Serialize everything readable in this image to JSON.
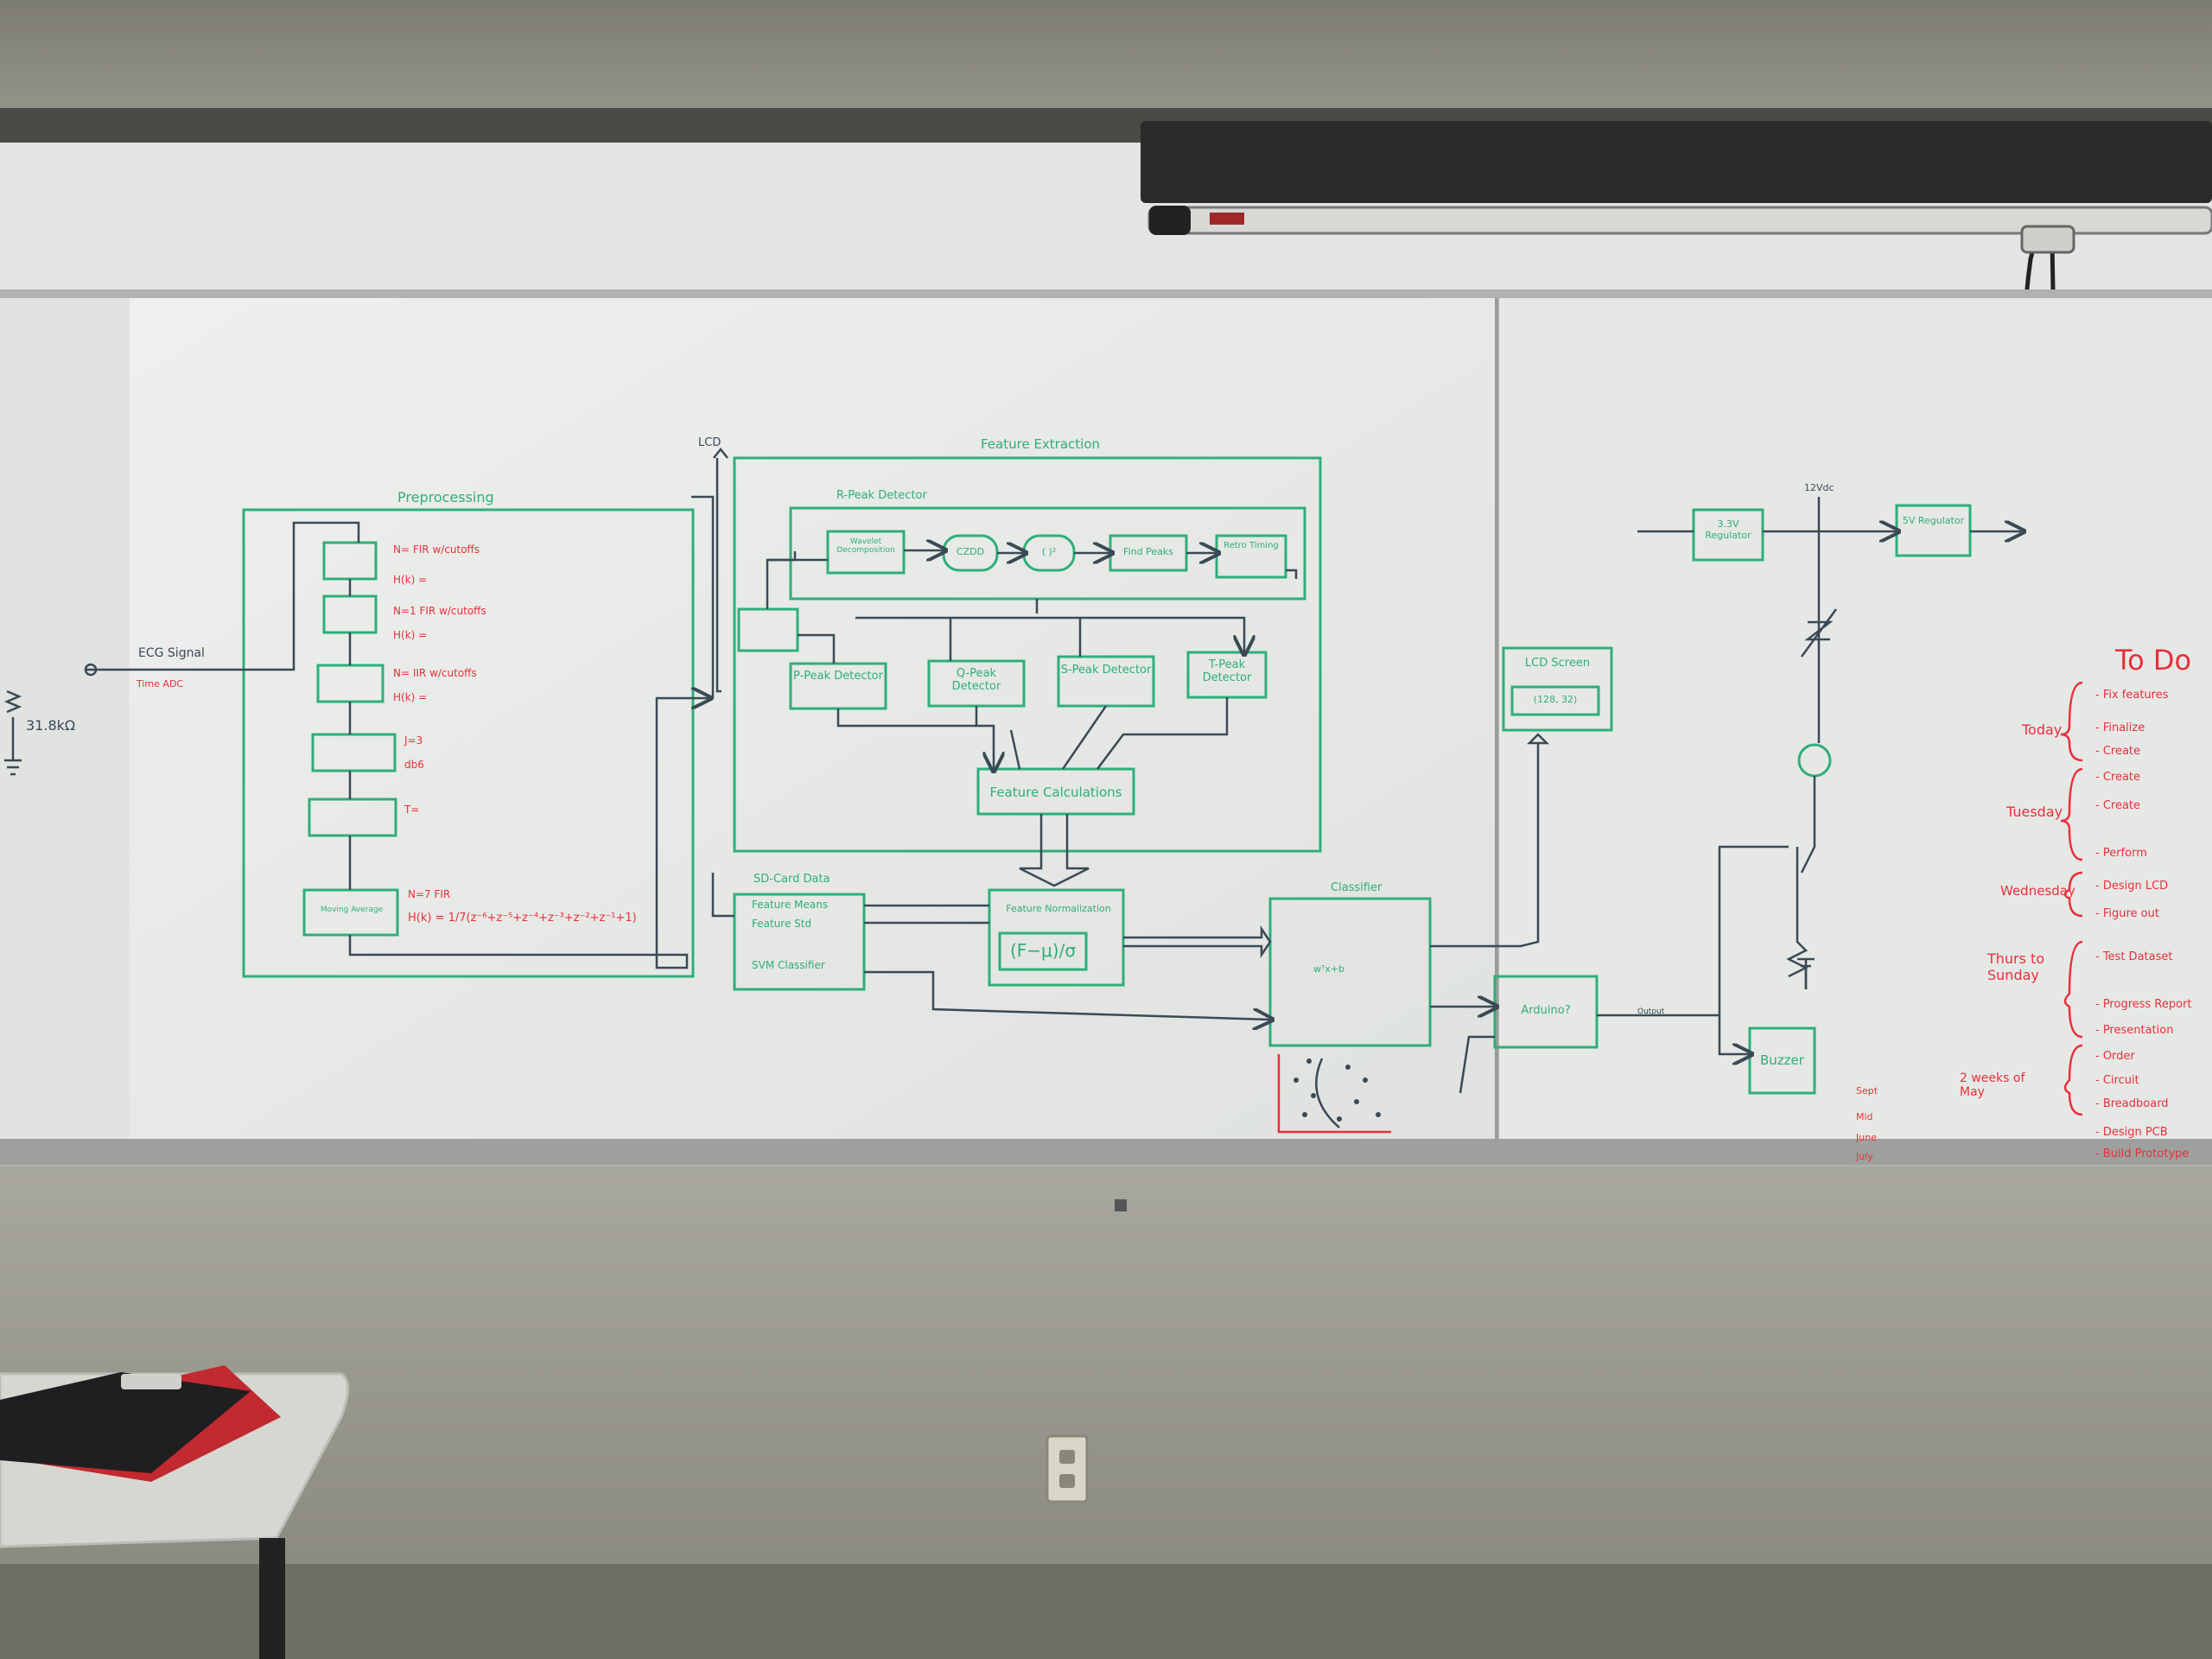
{
  "colors": {
    "marker_green": "#2fae7a",
    "marker_red": "#e8303a",
    "marker_dark": "#3a4a55",
    "board": "#e9ebe9",
    "wall": "#9a9890",
    "ceiling_concrete": "#8a8a82"
  },
  "whiteboard": {
    "left_board": {
      "preprocessing_title": "Preprocessing",
      "ecg_signal": "ECG Signal",
      "resistor_label": "31.8kΩ",
      "adc_note": "Time ADC",
      "lcd_top": "LCD",
      "pre_blocks": [
        "",
        "",
        "",
        "",
        "",
        "Moving Average"
      ],
      "pre_equations": [
        "N=   FIR  w/cutoffs",
        "H(k) =",
        "N=1  FIR  w/cutoffs",
        "H(k) =",
        "N=   IIR  w/cutoffs",
        "H(k) =",
        "J=3",
        "db6",
        "T=",
        "N=7 FIR",
        "H(k) = 1/7(z⁻⁶+z⁻⁵+z⁻⁴+z⁻³+z⁻²+z⁻¹+1)"
      ],
      "feature_extraction_title": "Feature Extraction",
      "r_peak_detector_title": "R-Peak Detector",
      "r_peak_chain": [
        "Wavelet Decomposition",
        "CZDD",
        "( )²",
        "Find Peaks",
        "Retro Timing"
      ],
      "peak_detectors": [
        "P-Peak Detector",
        "Q-Peak Detector",
        "S-Peak Detector",
        "T-Peak Detector"
      ],
      "feature_calculations": "Feature Calculations",
      "sd_card_title": "SD-Card Data",
      "sd_card_lines": [
        "Feature Means",
        "Feature Std",
        "SVM Classifier"
      ],
      "feature_normalization": "Feature Normalization",
      "normalization_formula": "(F−μ)/σ",
      "classifier_title": "Classifier",
      "classifier_formula": "wᵀx+b",
      "lcd_screen": "LCD Screen",
      "lcd_screen_res": "(128, 32)",
      "arduino": "Arduino?",
      "buzzer": "Buzzer",
      "output_label": "Output"
    },
    "right_board": {
      "supply_label": "12Vdc",
      "regulator_a": "3.3V Regulator",
      "regulator_b": "5V Regulator",
      "todo_title": "To Do",
      "days": [
        "Today",
        "Tuesday",
        "Wednesday",
        "Thurs to Sunday",
        "2 weeks of May"
      ],
      "months": [
        "Sept",
        "Mid",
        "June",
        "July"
      ],
      "todo_items": [
        "- Fix features",
        "- Finalize",
        "- Create",
        "- Create",
        "- Create",
        "- Perform",
        "- Design LCD",
        "- Figure out",
        "- Test Dataset",
        "- Progress Report",
        "- Presentation",
        "- Order",
        "- Circuit",
        "- Breadboard",
        "- Design PCB",
        "- Build Prototype"
      ]
    }
  }
}
